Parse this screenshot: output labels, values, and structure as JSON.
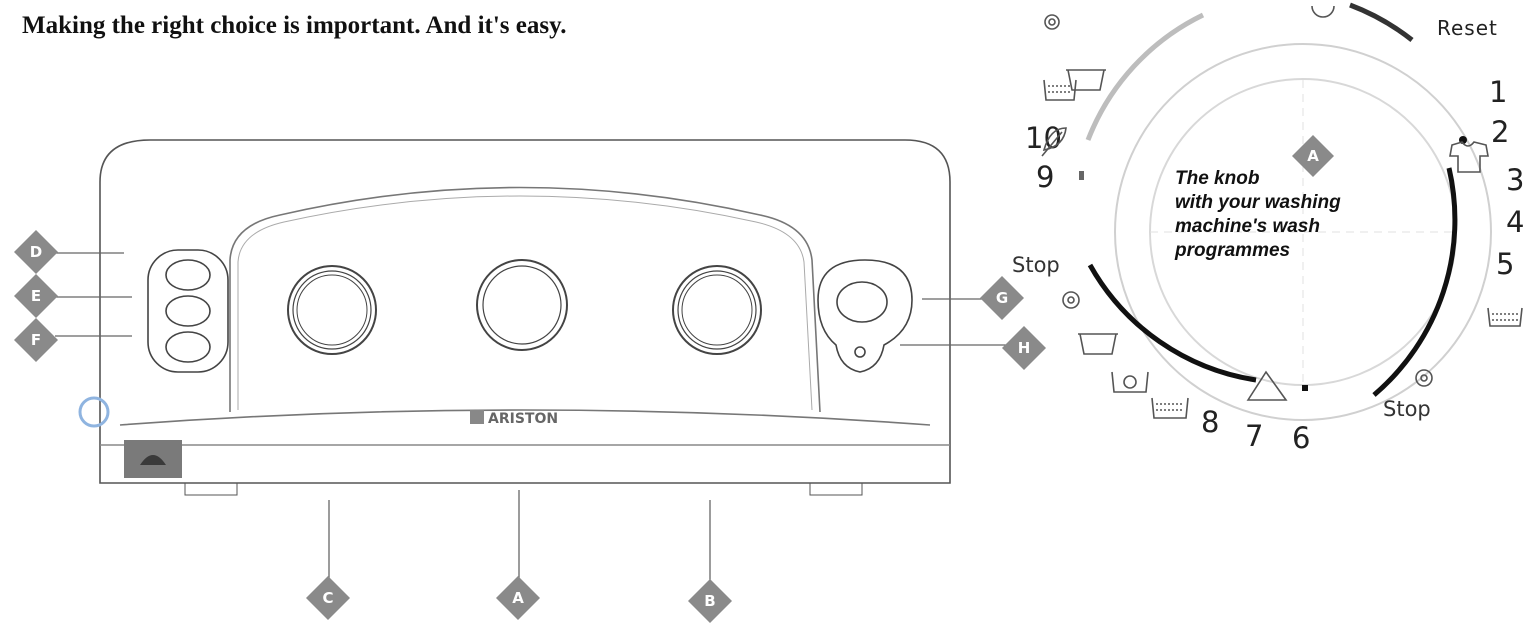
{
  "heading": "Making the right choice is important. And it's easy.",
  "brand": "ARISTON",
  "colors": {
    "badge": "#8a8a8a",
    "line": "#666666",
    "arc_light": "#bdbdbd",
    "arc_dark": "#111111"
  },
  "callouts": [
    {
      "id": "D",
      "letter": "D"
    },
    {
      "id": "E",
      "letter": "E"
    },
    {
      "id": "F",
      "letter": "F"
    },
    {
      "id": "G",
      "letter": "G"
    },
    {
      "id": "H",
      "letter": "H"
    },
    {
      "id": "C",
      "letter": "C"
    },
    {
      "id": "A",
      "letter": "A"
    },
    {
      "id": "B",
      "letter": "B"
    }
  ],
  "knob": {
    "caption_lines": [
      "The knob",
      "with your washing",
      "machine's wash",
      "programmes"
    ],
    "caption_badge": "A",
    "reset_label": "Reset",
    "stop_labels": [
      "Stop",
      "Stop"
    ],
    "numbers": [
      "1",
      "2",
      "3",
      "4",
      "5",
      "6",
      "7",
      "8",
      "9",
      "10"
    ]
  }
}
